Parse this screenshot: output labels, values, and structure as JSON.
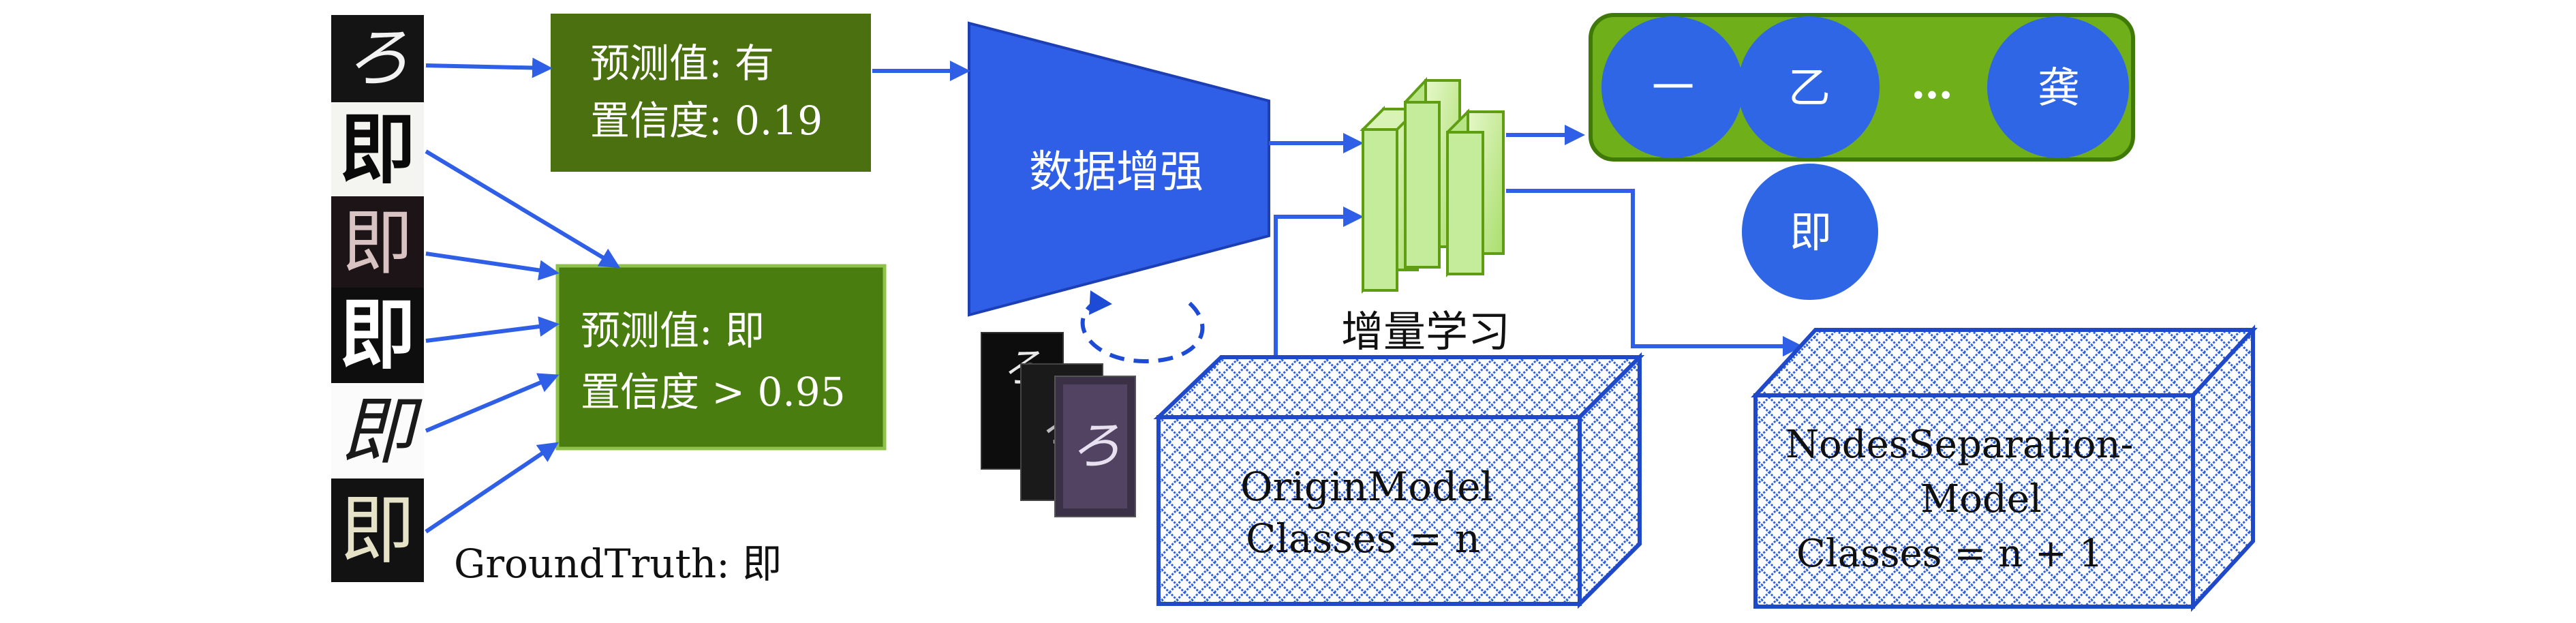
{
  "prediction_uncertain": {
    "line1": "预测值: 有",
    "line2": "置信度: 0.19"
  },
  "prediction_confident": {
    "line1": "预测值: 即",
    "line2": "置信度 > 0.95"
  },
  "ground_truth": "GroundTruth: 即",
  "augmentation": "数据增强",
  "incremental_learning": "增量学习",
  "class_nodes": [
    "一",
    "乙",
    "…",
    "龚"
  ],
  "new_class_node": "即",
  "origin_model": {
    "line1": "OriginModel",
    "line2": "Classes = n"
  },
  "separation_model": {
    "line1": "NodesSeparation-",
    "line2": "Model",
    "line3": "Classes = n + 1"
  },
  "colors": {
    "green_box": "#4a700f",
    "blue": "#2d5fe0",
    "circle": "#2f66e6",
    "bar": "#6fb01a",
    "layer": "#c5ec9a",
    "cube": "#1f49c8"
  }
}
